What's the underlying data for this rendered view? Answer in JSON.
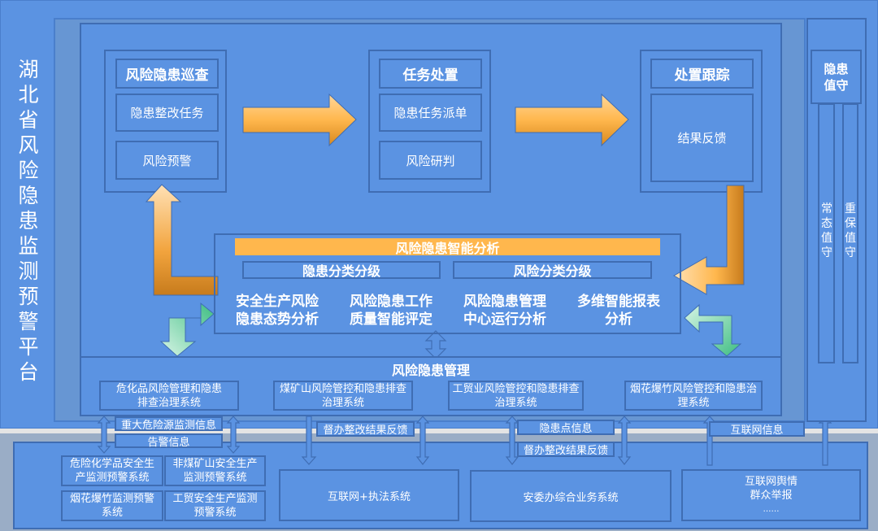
{
  "platform_title": "湖北省风险隐患监测预警平台",
  "stages": [
    {
      "title": "风险隐患巡查",
      "items": [
        "隐患整改任务",
        "风险预警"
      ]
    },
    {
      "title": "任务处置",
      "items": [
        "隐患任务派单",
        "风险研判"
      ]
    },
    {
      "title": "处置跟踪",
      "items": [
        "结果反馈"
      ]
    }
  ],
  "analysis": {
    "title": "风险隐患智能分析",
    "categories": [
      "隐患分类分级",
      "风险分类分级"
    ],
    "items": [
      [
        "安全生产风险",
        "隐患态势分析"
      ],
      [
        "风险隐患工作",
        "质量智能评定"
      ],
      [
        "风险隐患管理",
        "中心运行分析"
      ],
      [
        "多维智能报表",
        "分析"
      ]
    ]
  },
  "management": {
    "title": "风险隐患管理",
    "systems": [
      [
        "危化品风险管理和隐患",
        "排查治理系统"
      ],
      [
        "煤矿山风险管控和隐患排查",
        "治理系统"
      ],
      [
        "工贸业风险管控和隐患排查",
        "治理系统"
      ],
      [
        "烟花爆竹风险管控和隐患治",
        "理系统"
      ]
    ]
  },
  "duty": {
    "title": [
      "隐患",
      "值守"
    ],
    "columns": [
      "常态值守",
      "重保值守"
    ]
  },
  "flows": {
    "hazard_source": "重大危险源监测信息",
    "alarm": "告警信息",
    "supervise1": "督办整改结果反馈",
    "hazard_point": "隐患点信息",
    "supervise2": "督办整改结果反馈",
    "internet": "互联网信息"
  },
  "external": {
    "monitor_systems": [
      [
        "危险化学品安全生",
        "产监测预警系统"
      ],
      [
        "非煤矿山安全生产",
        "监测预警系统"
      ],
      [
        "烟花爆竹监测预警",
        "系统"
      ],
      [
        "工贸安全生产监测",
        "预警系统"
      ]
    ],
    "enforcement": "互联网+执法系统",
    "safety_office": "安委办综合业务系统",
    "public": [
      "互联网舆情",
      "群众举报",
      "……"
    ]
  },
  "colors": {
    "panel": "#5b93e2",
    "border": "#3f6db3",
    "orange": "#ffb74d",
    "orange_dark": "#c77b1c",
    "green": "#3dbd82"
  }
}
